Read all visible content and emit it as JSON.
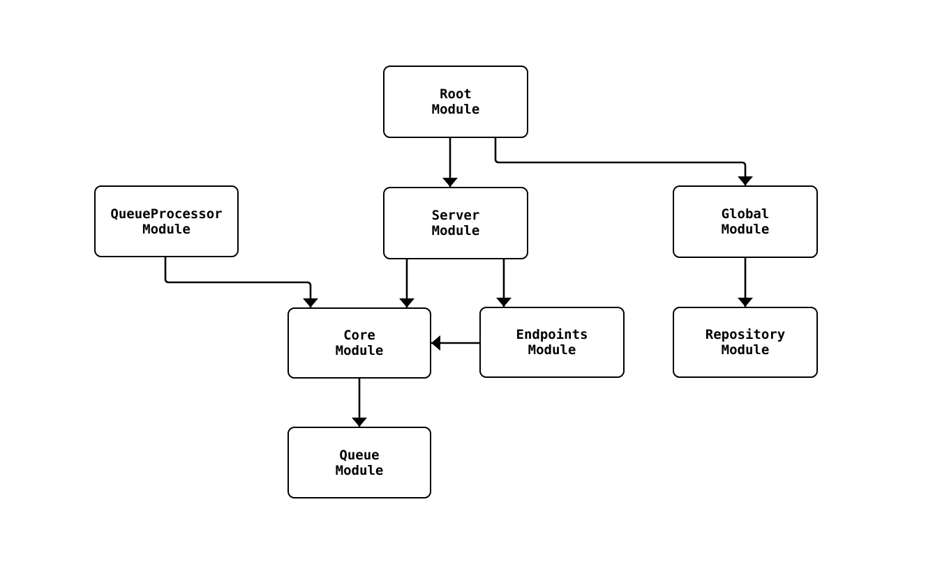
{
  "diagram": {
    "type": "module-dependency-flowchart",
    "background_color": "#ffffff",
    "stroke_color": "#000000",
    "text_color": "#000000",
    "nodes": [
      {
        "id": "root",
        "line1": "Root",
        "line2": "Module"
      },
      {
        "id": "queueprocessor",
        "line1": "QueueProcessor",
        "line2": "Module"
      },
      {
        "id": "server",
        "line1": "Server",
        "line2": "Module"
      },
      {
        "id": "global",
        "line1": "Global",
        "line2": "Module"
      },
      {
        "id": "core",
        "line1": "Core",
        "line2": "Module"
      },
      {
        "id": "endpoints",
        "line1": "Endpoints",
        "line2": "Module"
      },
      {
        "id": "repository",
        "line1": "Repository",
        "line2": "Module"
      },
      {
        "id": "queue",
        "line1": "Queue",
        "line2": "Module"
      }
    ],
    "edges": [
      {
        "from": "root",
        "to": "server"
      },
      {
        "from": "root",
        "to": "global"
      },
      {
        "from": "queueprocessor",
        "to": "core"
      },
      {
        "from": "server",
        "to": "core"
      },
      {
        "from": "server",
        "to": "endpoints"
      },
      {
        "from": "endpoints",
        "to": "core"
      },
      {
        "from": "global",
        "to": "repository"
      },
      {
        "from": "core",
        "to": "queue"
      }
    ]
  }
}
